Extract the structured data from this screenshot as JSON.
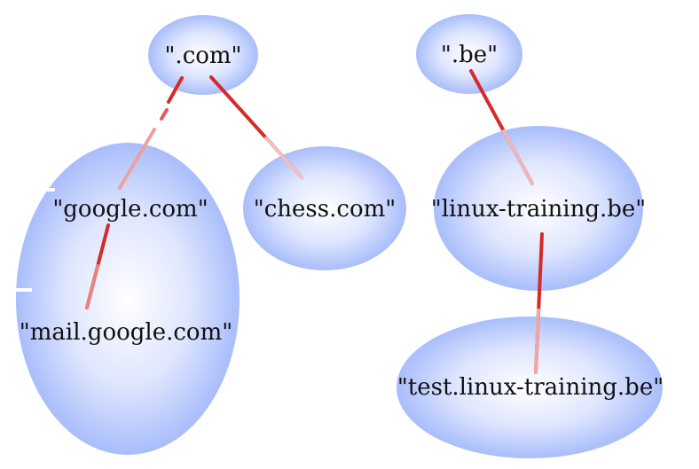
{
  "diagram": {
    "nodes": [
      {
        "id": "com",
        "label": "\".com\""
      },
      {
        "id": "be",
        "label": "\".be\""
      },
      {
        "id": "google",
        "label": "\"google.com\""
      },
      {
        "id": "chess",
        "label": "\"chess.com\""
      },
      {
        "id": "linuxtraining",
        "label": "\"linux-training.be\""
      },
      {
        "id": "mailgoogle",
        "label": "\"mail.google.com\""
      },
      {
        "id": "testlinux",
        "label": "\"test.linux-training.be\""
      }
    ],
    "edges": [
      {
        "from": "com",
        "to": "google"
      },
      {
        "from": "com",
        "to": "chess"
      },
      {
        "from": "be",
        "to": "linuxtraining"
      },
      {
        "from": "google",
        "to": "mailgoogle"
      },
      {
        "from": "linuxtraining",
        "to": "testlinux"
      }
    ],
    "colors": {
      "node_fill_outer": "#a9bdfb",
      "node_fill_inner": "#ffffff",
      "edge_start": "#d62a2a",
      "edge_end": "#f5d0d0",
      "label": "#111111"
    }
  }
}
